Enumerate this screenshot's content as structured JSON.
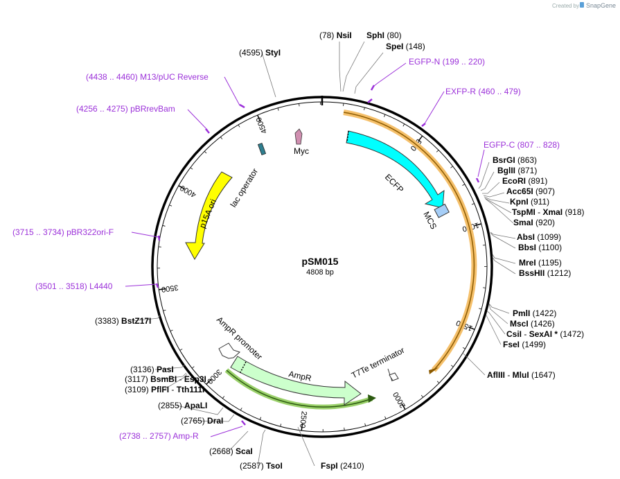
{
  "credit": {
    "prefix": "Created by",
    "brand": "SnapGene"
  },
  "plasmid": {
    "name": "pSM015",
    "size": "4808 bp",
    "length": 4808
  },
  "colors": {
    "primer": "#9b30d9",
    "ecfp": "#00ffff",
    "ori": "#ffff00",
    "ampr": "#ccffcc",
    "mcs": "#a6cef7",
    "lac_operator": "#2f7f8f",
    "myc": "#d08fb0",
    "orange_arc": "#f5a623",
    "green_arc": "#66aa33"
  },
  "ticks": [
    "500",
    "1000",
    "1500",
    "2000",
    "2500",
    "3000",
    "3500",
    "4000",
    "4500"
  ],
  "features": {
    "ecfp": "ECFP",
    "mcs": "MCS",
    "p15a_ori": "p15A ori",
    "lac_operator": "lac operator",
    "myc": "Myc",
    "ampr_promoter": "AmpR promoter",
    "ampr": "AmpR",
    "t7te": "T7Te terminator"
  },
  "sites": [
    {
      "name": "NsiI",
      "pos": "(78)",
      "side": "left"
    },
    {
      "name": "SphI",
      "pos": "(80)",
      "side": "right"
    },
    {
      "name": "SpeI",
      "pos": "(148)",
      "side": "right"
    },
    {
      "name": "StyI",
      "pos": "(4595)",
      "side": "left"
    },
    {
      "name": "BsrGI",
      "pos": "(863)",
      "side": "right"
    },
    {
      "name": "BglII",
      "pos": "(871)",
      "side": "right"
    },
    {
      "name": "EcoRI",
      "pos": "(891)",
      "side": "right"
    },
    {
      "name": "Acc65I",
      "pos": "(907)",
      "side": "right"
    },
    {
      "name": "KpnI",
      "pos": "(911)",
      "side": "right"
    },
    {
      "name": "TspMI",
      "name2": "XmaI",
      "pos": "(918)",
      "side": "right"
    },
    {
      "name": "SmaI",
      "pos": "(920)",
      "side": "right"
    },
    {
      "name": "AbsI",
      "pos": "(1099)",
      "side": "right"
    },
    {
      "name": "BbsI",
      "pos": "(1100)",
      "side": "right"
    },
    {
      "name": "MreI",
      "pos": "(1195)",
      "side": "right"
    },
    {
      "name": "BssHII",
      "pos": "(1212)",
      "side": "right"
    },
    {
      "name": "PmlI",
      "pos": "(1422)",
      "side": "right"
    },
    {
      "name": "MscI",
      "pos": "(1426)",
      "side": "right"
    },
    {
      "name": "CsiI",
      "name2": "SexAI *",
      "pos": "(1472)",
      "side": "right"
    },
    {
      "name": "FseI",
      "pos": "(1499)",
      "side": "right"
    },
    {
      "name": "AflIII",
      "name2": "MluI",
      "pos": "(1647)",
      "side": "right"
    },
    {
      "name": "FspI",
      "pos": "(2410)",
      "side": "right"
    },
    {
      "name": "TsoI",
      "pos": "(2587)",
      "side": "left"
    },
    {
      "name": "ScaI",
      "pos": "(2668)",
      "side": "left"
    },
    {
      "name": "DraI",
      "pos": "(2765)",
      "side": "left"
    },
    {
      "name": "ApaLI",
      "pos": "(2855)",
      "side": "left"
    },
    {
      "name": "PflFI",
      "name2": "Tth111I",
      "pos": "(3109)",
      "side": "left"
    },
    {
      "name": "BsmBI",
      "name2": "Esp3I",
      "pos": "(3117)",
      "side": "left"
    },
    {
      "name": "PasI",
      "pos": "(3136)",
      "side": "left"
    },
    {
      "name": "BstZ17I",
      "pos": "(3383)",
      "side": "left"
    }
  ],
  "primers": [
    {
      "name": "EGFP-N",
      "range": "(199 .. 220)",
      "side": "right"
    },
    {
      "name": "EXFP-R",
      "range": "(460 .. 479)",
      "side": "right"
    },
    {
      "name": "EGFP-C",
      "range": "(807 .. 828)",
      "side": "right"
    },
    {
      "name": "M13/pUC Reverse",
      "range": "(4438 .. 4460)",
      "side": "left"
    },
    {
      "name": "pBRrevBam",
      "range": "(4256 .. 4275)",
      "side": "left"
    },
    {
      "name": "pBR322ori-F",
      "range": "(3715 .. 3734)",
      "side": "left"
    },
    {
      "name": "L4440",
      "range": "(3501 .. 3518)",
      "side": "left"
    },
    {
      "name": "Amp-R",
      "range": "(2738 .. 2757)",
      "side": "left"
    }
  ]
}
